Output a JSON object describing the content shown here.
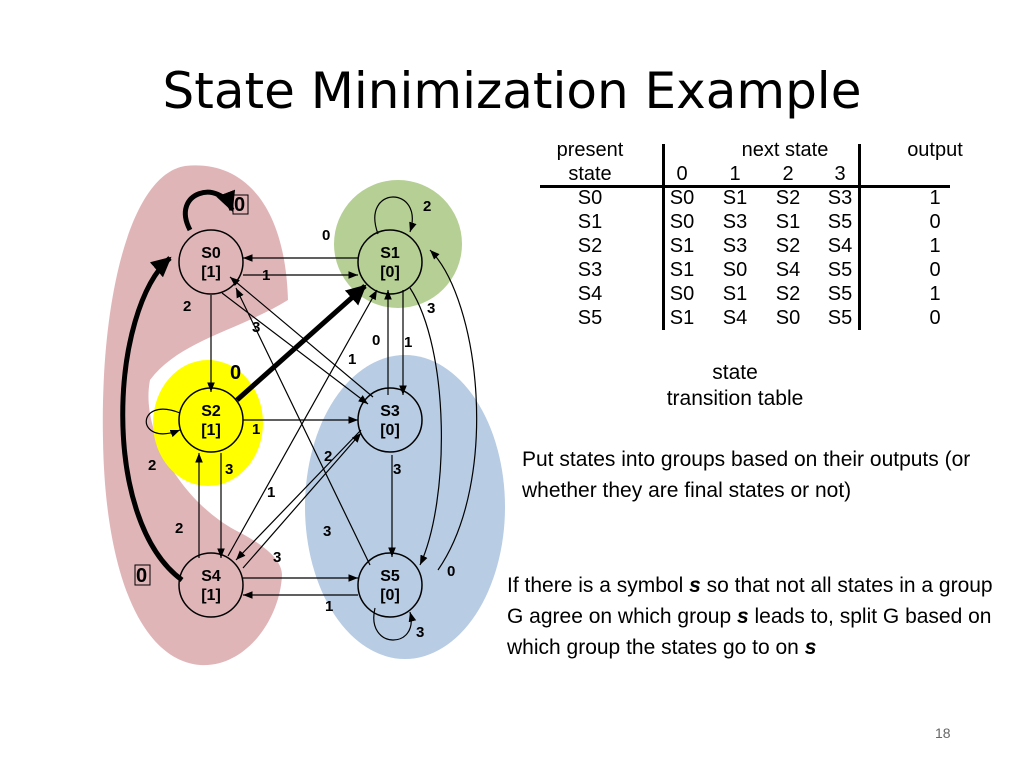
{
  "slide": {
    "title": "State Minimization Example",
    "page_number": "18"
  },
  "diagram": {
    "colors": {
      "group_red": "#e0b5b8",
      "group_green": "#b5cf94",
      "group_blue": "#b8cce4",
      "highlight_yellow": "#ffff00"
    },
    "states": [
      {
        "id": "S0",
        "name": "S0",
        "output": "[1]"
      },
      {
        "id": "S1",
        "name": "S1",
        "output": "[0]"
      },
      {
        "id": "S2",
        "name": "S2",
        "output": "[1]"
      },
      {
        "id": "S3",
        "name": "S3",
        "output": "[0]"
      },
      {
        "id": "S4",
        "name": "S4",
        "output": "[1]"
      },
      {
        "id": "S5",
        "name": "S5",
        "output": "[0]"
      }
    ],
    "edge_labels": {
      "s0_self": "0",
      "s1_self": "2",
      "s1_to_s0": "0",
      "s0_to_s1": "1",
      "s0_to_s2": "2",
      "s0_to_s3": "3",
      "s1_to_s5": "3",
      "s3_to_s0": "1",
      "s3_to_s1": "0",
      "s1_to_s3": "1",
      "s2_to_s1": "0",
      "s2_to_s3": "1",
      "s2_self": "2",
      "s2_to_s5": "3",
      "s4_to_s1": "1",
      "s3_to_s4": "2",
      "s3_to_s5": "3",
      "s4_to_s2": "2",
      "s4_to_s3": "3",
      "s4_to_s0": "0",
      "s5_to_s1": "0",
      "s5_to_s4": "1",
      "s5_self": "3"
    }
  },
  "table": {
    "header_present": "present",
    "header_state": "state",
    "header_next": "next state",
    "header_output": "output",
    "inputs": [
      "0",
      "1",
      "2",
      "3"
    ],
    "rows": [
      {
        "state": "S0",
        "next": [
          "S0",
          "S1",
          "S2",
          "S3"
        ],
        "output": "1"
      },
      {
        "state": "S1",
        "next": [
          "S0",
          "S3",
          "S1",
          "S5"
        ],
        "output": "0"
      },
      {
        "state": "S2",
        "next": [
          "S1",
          "S3",
          "S2",
          "S4"
        ],
        "output": "1"
      },
      {
        "state": "S3",
        "next": [
          "S1",
          "S0",
          "S4",
          "S5"
        ],
        "output": "0"
      },
      {
        "state": "S4",
        "next": [
          "S0",
          "S1",
          "S2",
          "S5"
        ],
        "output": "1"
      },
      {
        "state": "S5",
        "next": [
          "S1",
          "S4",
          "S0",
          "S5"
        ],
        "output": "0"
      }
    ],
    "caption_line1": "state",
    "caption_line2": "transition table"
  },
  "text": {
    "para1": "Put states into groups based on their outputs (or whether they are final states or not)",
    "para2_a": "If there is a symbol ",
    "para2_sym1": "s",
    "para2_b": " so that not all states in a group G agree on which group ",
    "para2_sym2": "s",
    "para2_c": " leads to, split G based on which group the states go to on ",
    "para2_sym3": "s"
  }
}
